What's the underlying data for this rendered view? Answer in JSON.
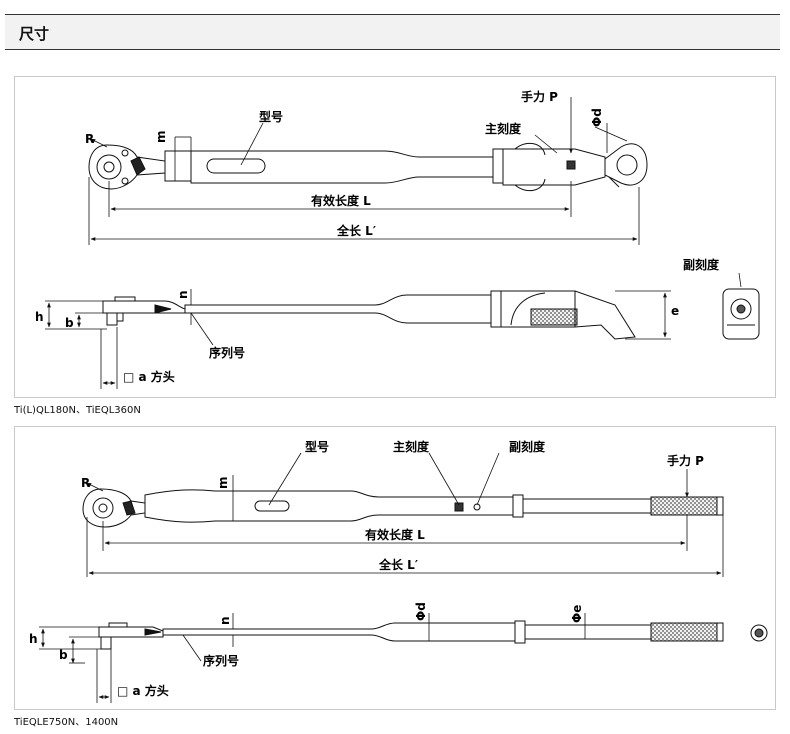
{
  "header": {
    "title": "尺寸"
  },
  "diagram1": {
    "caption": "Ti(L)QL180N、TiEQL360N",
    "labels": {
      "R": "R",
      "m": "m",
      "model": "型号",
      "hand_force": "手力 P",
      "main_scale": "主刻度",
      "phi_d": "Φd",
      "effective_length": "有效长度 L",
      "total_length": "全长 L′",
      "sub_scale": "副刻度",
      "n": "n",
      "e": "e",
      "h": "h",
      "b": "b",
      "serial": "序列号",
      "square_drive": "□ a  方头"
    }
  },
  "diagram2": {
    "caption": "TiEQLE750N、1400N",
    "labels": {
      "R": "R",
      "m": "m",
      "model": "型号",
      "main_scale": "主刻度",
      "sub_scale": "副刻度",
      "hand_force": "手力 P",
      "effective_length": "有效长度 L",
      "total_length": "全长 L′",
      "n": "n",
      "phi_d": "Φd",
      "phi_e": "Φe",
      "h": "h",
      "b": "b",
      "serial": "序列号",
      "square_drive": "□ a  方头"
    }
  }
}
